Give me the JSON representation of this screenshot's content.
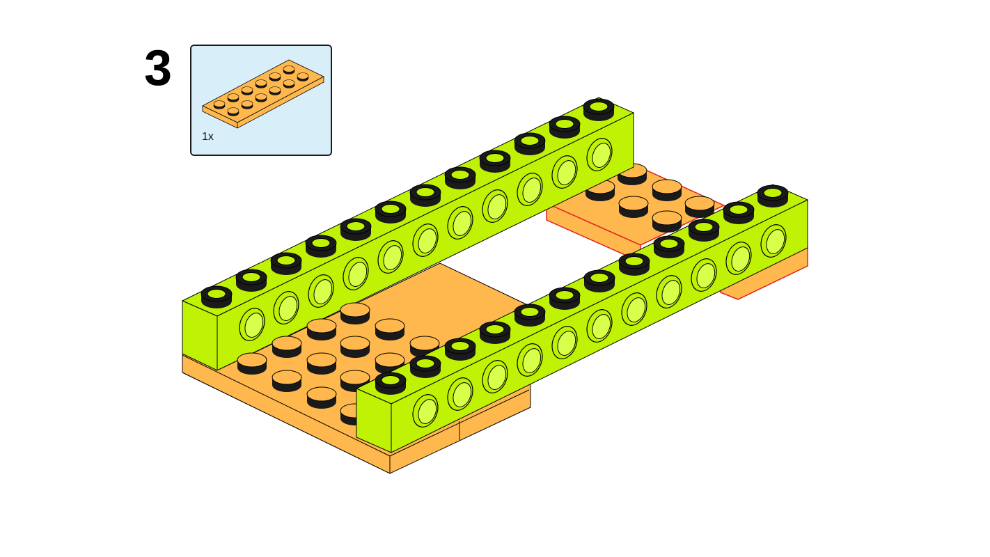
{
  "step": {
    "number": "3"
  },
  "parts_list": [
    {
      "part": "plate-2x6",
      "quantity": "1x",
      "color": "#FFB84D"
    }
  ],
  "colors": {
    "callout_background": "#D8EEF9",
    "beam_lime": "#BFF205",
    "plate_orange": "#FFB84D",
    "new_part_highlight": "#E0201B",
    "stud_dark": "#1A1A1A"
  },
  "icons": [
    "plate-2x6-icon",
    "technic-beam-icon",
    "plate-icon"
  ]
}
